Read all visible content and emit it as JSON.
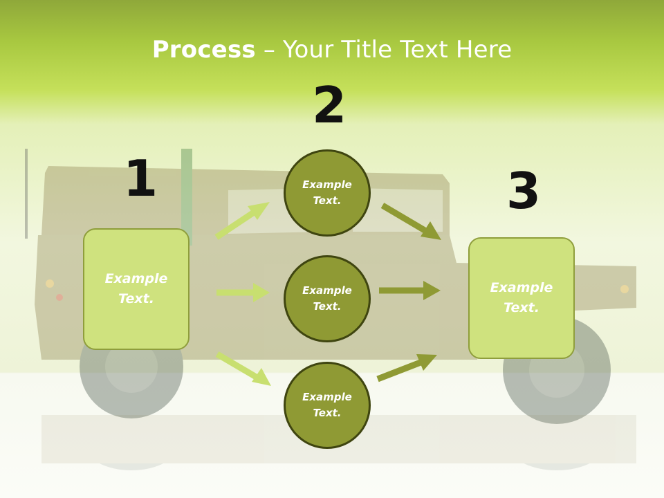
{
  "slide": {
    "title_bold": "Process",
    "title_rest": " – Your Title Text Here"
  },
  "steps": [
    {
      "number": "1",
      "box_text": "Example\nText."
    },
    {
      "number": "2"
    },
    {
      "number": "3",
      "box_text": "Example\nText."
    }
  ],
  "circles": [
    {
      "text": "Example\nText."
    },
    {
      "text": "Example\nText."
    },
    {
      "text": "Example\nText."
    }
  ],
  "colors": {
    "header_green": "#a8c840",
    "box_fill": "#cfe27e",
    "circle_fill": "#8f9a34",
    "arrow_light": "#c8df70",
    "arrow_dark": "#8f9a34"
  }
}
